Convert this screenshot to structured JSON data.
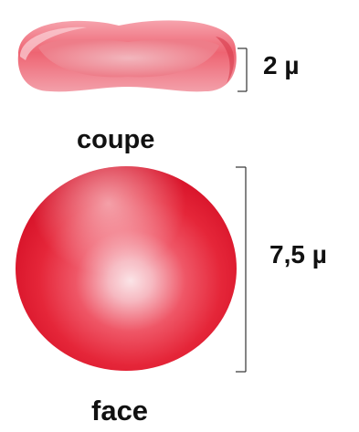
{
  "labels": {
    "cross_section": "coupe",
    "front_view": "face",
    "thickness": "2 µ",
    "diameter": "7,5 µ"
  },
  "colors": {
    "cell_red": "#e8293c",
    "cell_highlight": "#f6c6cd",
    "bracket": "#333333"
  }
}
